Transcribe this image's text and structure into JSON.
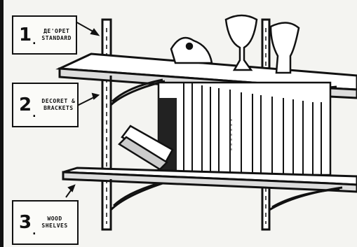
{
  "callouts": [
    {
      "number": "1",
      "label_line1": "ДЕ'ОРЕТ",
      "label_line2": "STANDARD"
    },
    {
      "number": "2",
      "label_line1": "DECORET &",
      "label_line2": "BRACKETS"
    },
    {
      "number": "3",
      "label_line1": "WOOD",
      "label_line2": "SHELVES"
    }
  ],
  "colors": {
    "ink": "#111111",
    "paper": "#f4f4f1"
  }
}
